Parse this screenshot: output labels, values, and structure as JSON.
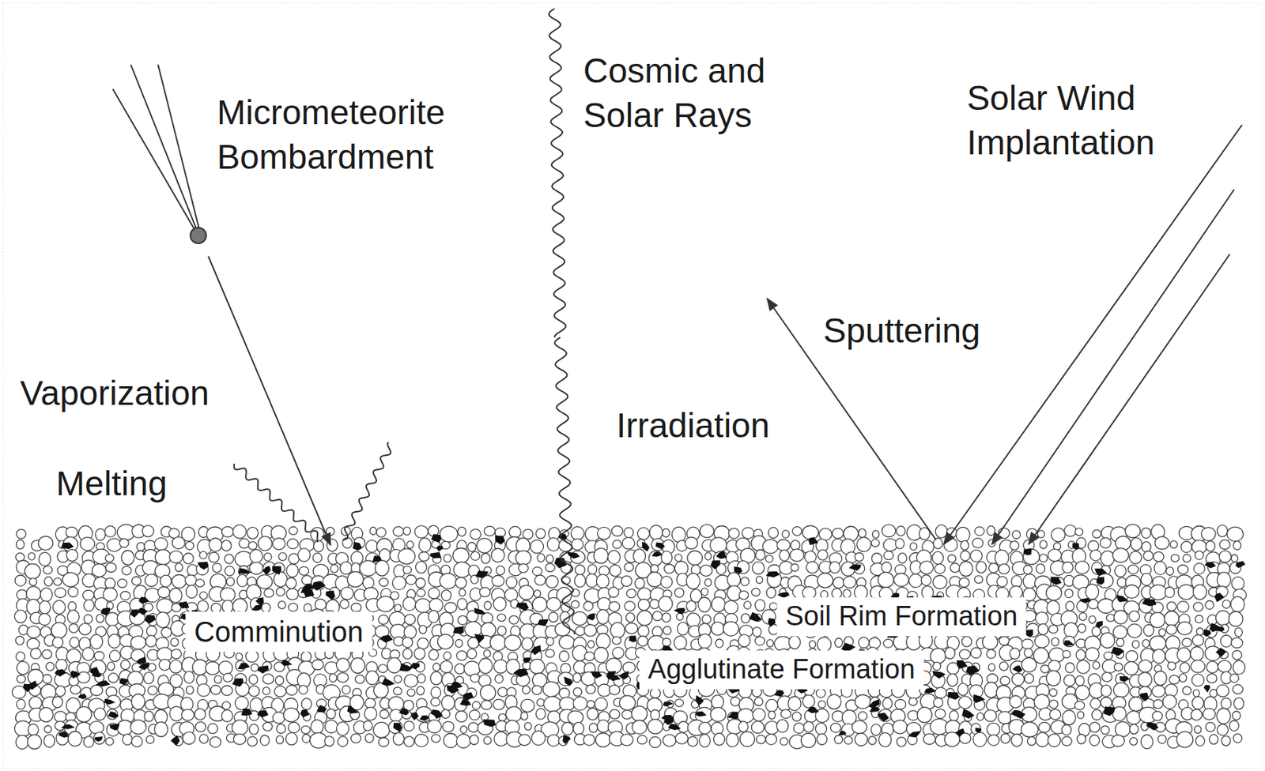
{
  "diagram": {
    "labels": [
      "Cosmic and Solar Rays",
      "Micrometeorite Bombardment",
      "Solar Wind Implantation",
      "Sputtering",
      "Vaporization",
      "Irradiation",
      "Melting",
      "Comminution",
      "Soil Rim Formation",
      "Agglutinate Formation"
    ]
  }
}
